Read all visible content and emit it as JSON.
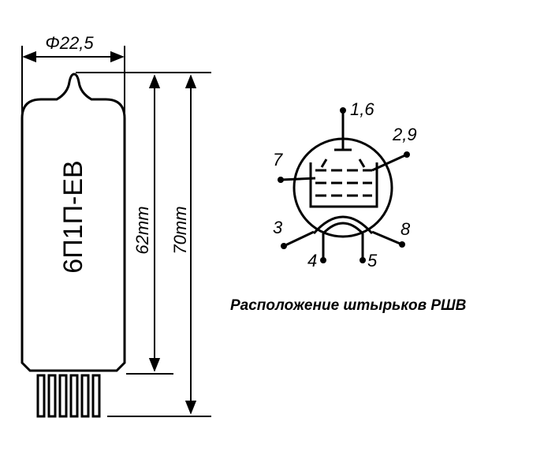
{
  "tube": {
    "marking": "6П1П-ЕВ",
    "diameter_label": "Φ22,5",
    "body_height_label": "62mm",
    "total_height_label": "70mm"
  },
  "pinout": {
    "caption": "Расположение штырьков РШВ",
    "pins": {
      "top": "1,6",
      "upper_right": "2,9",
      "upper_left": "7",
      "lower_left": "3",
      "lower_right": "8",
      "bottom_left": "4",
      "bottom_right": "5"
    }
  }
}
